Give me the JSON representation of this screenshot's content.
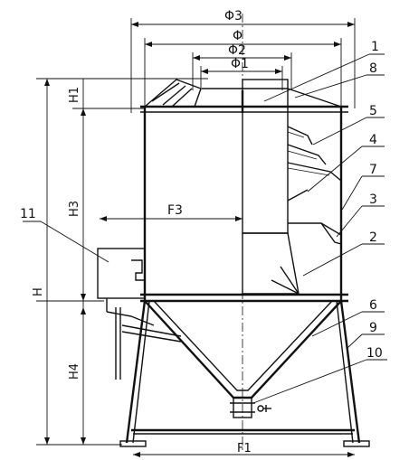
{
  "dimension_labels": {
    "phi3": "Φ3",
    "phi": "Φ",
    "phi2": "Φ2",
    "phi1": "Φ1",
    "h1": "H1",
    "h3": "H3",
    "h": "H",
    "h4": "H4",
    "f3": "F3",
    "f1": "F1"
  },
  "callouts": [
    "1",
    "8",
    "5",
    "4",
    "7",
    "3",
    "2",
    "6",
    "9",
    "10",
    "11"
  ]
}
